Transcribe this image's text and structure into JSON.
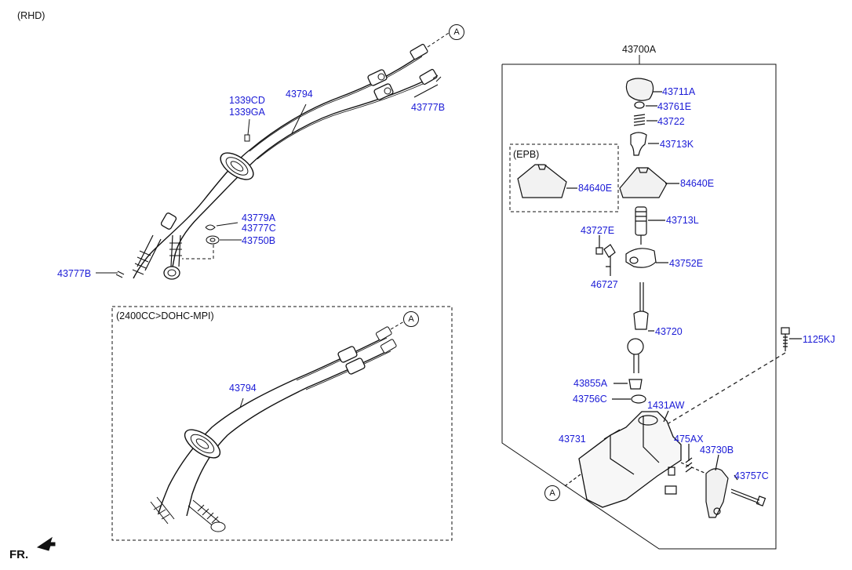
{
  "variant_note": "(RHD)",
  "box_2400cc_title": "(2400CC>DOHC-MPI)",
  "box_epb_title": "(EPB)",
  "assembly_label": "43700A",
  "callout_letter": "A",
  "front_label": "FR.",
  "parts": {
    "p1339cd": "1339CD",
    "p1339ga": "1339GA",
    "p43794_top": "43794",
    "p43777b_top": "43777B",
    "p43779a": "43779A",
    "p43777c": "43777C",
    "p43750b": "43750B",
    "p43777b_left": "43777B",
    "p43794_bottom": "43794",
    "p43711a": "43711A",
    "p43761e": "43761E",
    "p43722": "43722",
    "p43713k": "43713K",
    "p84640e_epb": "84640E",
    "p84640e": "84640E",
    "p43713l": "43713L",
    "p43727e": "43727E",
    "p43752e": "43752E",
    "p46727": "46727",
    "p43720": "43720",
    "p1125kj": "1125KJ",
    "p43855a": "43855A",
    "p43756c": "43756C",
    "p1431aw": "1431AW",
    "p43731": "43731",
    "p475ax": "475AX",
    "p43730b": "43730B",
    "p43757c": "43757C"
  },
  "colors": {
    "label": "#1b1bd6",
    "line": "#111111"
  }
}
